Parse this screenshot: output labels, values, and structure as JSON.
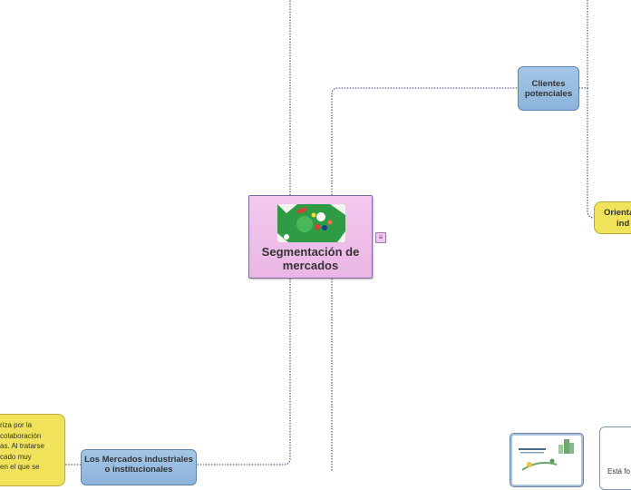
{
  "central": {
    "title": "Segmentación de mercados"
  },
  "nodes": {
    "clientes": "Clientes potenciales",
    "orienta_line1": "Orienta",
    "orienta_line2": "ind",
    "mercados": "Los Mercados industriales o institucionales",
    "white_card_text": "Está fo"
  },
  "description_lines": [
    "riza por la",
    "colaboración",
    "as. Al tratarse",
    "cado muy",
    " en el que se"
  ],
  "colors": {
    "central_fill": "#f0c0ea",
    "topic_blue": "#9bbfe2",
    "note_yellow": "#f0e25a",
    "connector": "#3a3a6a"
  }
}
